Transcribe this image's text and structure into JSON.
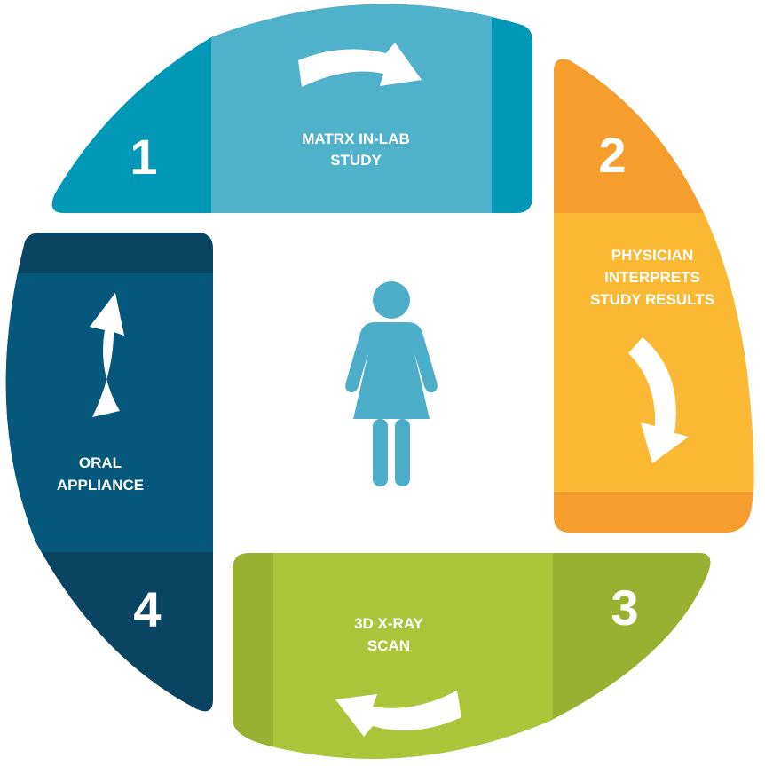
{
  "steps": [
    {
      "number": "1",
      "label_lines": [
        "MATRX IN-LAB",
        "STUDY"
      ]
    },
    {
      "number": "2",
      "label_lines": [
        "PHYSICIAN",
        "INTERPRETS",
        "STUDY RESULTS"
      ]
    },
    {
      "number": "3",
      "label_lines": [
        "3D X-RAY",
        "SCAN"
      ]
    },
    {
      "number": "4",
      "label_lines": [
        "ORAL",
        "APPLIANCE"
      ]
    }
  ],
  "colors": {
    "step1_dark": "#0197b6",
    "step1_light": "#50b1cb",
    "step2_dark": "#f59d2d",
    "step2_light": "#fbb933",
    "step3_dark": "#98b131",
    "step3_light": "#abc53a",
    "step4_dark": "#0a4463",
    "step4_light": "#05577c",
    "person": "#4daec9"
  },
  "icons": [
    "arrow-right-icon",
    "arrow-down-icon",
    "arrow-left-icon",
    "arrow-up-icon",
    "person-icon"
  ]
}
